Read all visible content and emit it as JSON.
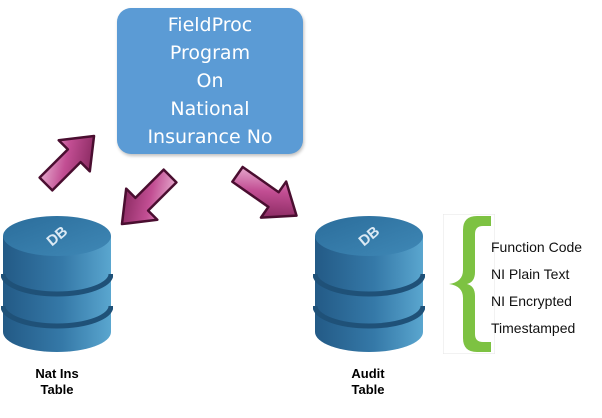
{
  "process": {
    "lines": [
      "FieldProc",
      "Program",
      "On",
      "National",
      "Insurance No"
    ]
  },
  "databases": [
    {
      "badge": "DB",
      "label_line1": "Nat Ins",
      "label_line2": "Table"
    },
    {
      "badge": "DB",
      "label_line1": "Audit",
      "label_line2": "Table"
    }
  ],
  "audit_fields": [
    "Function Code",
    "NI Plain Text",
    "NI Encrypted",
    "Timestamped"
  ],
  "colors": {
    "process_box": "#5b9bd5",
    "db_blue": "#2f6f9f",
    "arrow_magenta": "#a4306f",
    "brace_green": "#7dc242"
  }
}
